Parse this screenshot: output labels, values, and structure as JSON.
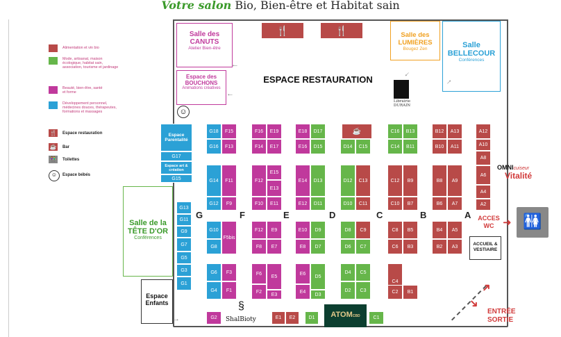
{
  "header": {
    "title_bold": "Votre salon",
    "title_rest": "Bio, Bien-être et Habitat sain"
  },
  "legend": [
    {
      "label": "Alimentation et vin bio"
    },
    {
      "label": "Mode, artisanat, maison écologique, habitat sain, association, tourisme et jardinage"
    },
    {
      "label": "Beauté, bien-être, santé et forme"
    },
    {
      "label": "Développement personnel, médecines douces, thérapeutes, formations et massages"
    },
    {
      "label": "Espace restauration"
    },
    {
      "label": "Bar"
    },
    {
      "label": "Toilettes"
    },
    {
      "label": "Espace bébés"
    }
  ],
  "rooms": {
    "canuts": {
      "title": "Salle des CANUTS",
      "sub": "Atelier Bien-être"
    },
    "bouchons": {
      "title": "Espace des BOUCHONS",
      "sub": "Animations créatives"
    },
    "lumieres": {
      "title": "Salle des LUMIÈRES",
      "sub": "Bougez Zen"
    },
    "bellecour": {
      "title": "Salle BELLECOUR",
      "sub": "Conférences"
    },
    "restauration": {
      "title": "ESPACE RESTAURATION"
    },
    "tetedor": {
      "title": "Salle de la TÊTE D'OR",
      "sub": "Conférences"
    },
    "enfants": {
      "title": "Espace Enfants"
    },
    "parentalite": {
      "title": "Espace Parentalité"
    },
    "art": {
      "title": "Espace art & création"
    },
    "accueil": {
      "title": "ACCUEIL & VESTIAIRE"
    }
  },
  "labels": {
    "acces_wc": "ACCES WC",
    "entree": "ENTRÉE",
    "sortie": "SORTIE",
    "librairie": "Librairie",
    "durain": "DURAIN",
    "omni_a": "OMNI",
    "omni_b": "cuiseur",
    "vitalite": "Vitalité",
    "shalbioty": "ShalBioty",
    "atom": "ATOM",
    "cbd": "CBD"
  },
  "columns": [
    "A",
    "B",
    "C",
    "D",
    "E",
    "F",
    "G"
  ],
  "colors": {
    "food": "#b84a48",
    "craft": "#66b64a",
    "beauty": "#c0399c",
    "wellness": "#2ba1d6"
  },
  "stands": {
    "a": [
      "A12",
      "A10",
      "A8",
      "A6",
      "A4",
      "A2",
      "A13",
      "A11",
      "A9",
      "A7",
      "A5",
      "A3",
      "B12",
      "B10",
      "B8",
      "B6",
      "B4",
      "B2"
    ],
    "b": [
      "B13",
      "B11",
      "B9",
      "B7",
      "B5",
      "B3",
      "B1",
      "C16",
      "C14",
      "C12",
      "C10",
      "C8",
      "C6",
      "C4",
      "C2"
    ],
    "c": [
      "C15",
      "C13",
      "C11",
      "C9",
      "C7",
      "C5",
      "C3",
      "C1",
      "D14",
      "D12",
      "D10",
      "D8",
      "D6",
      "D4",
      "D2"
    ],
    "d": [
      "D17",
      "D15",
      "D13",
      "D11",
      "D9",
      "D7",
      "D5",
      "D3",
      "D1",
      "E18",
      "E16",
      "E14",
      "E12",
      "E10",
      "E8",
      "E6",
      "E4"
    ],
    "e": [
      "E19",
      "E17",
      "E15",
      "E13",
      "E11",
      "E9",
      "E7",
      "E5",
      "E3",
      "E1",
      "E2",
      "F16",
      "F14",
      "F12",
      "F10",
      "F8",
      "F6",
      "F2"
    ],
    "f": [
      "F15",
      "F13",
      "F11",
      "F9",
      "F5bis",
      "F3",
      "F1",
      "G18",
      "G16",
      "G14",
      "G12",
      "G10",
      "G8",
      "G6",
      "G4",
      "G2"
    ],
    "g": [
      "G17",
      "G15",
      "G13",
      "G11",
      "G9",
      "G7",
      "G5",
      "G3",
      "G1"
    ]
  }
}
